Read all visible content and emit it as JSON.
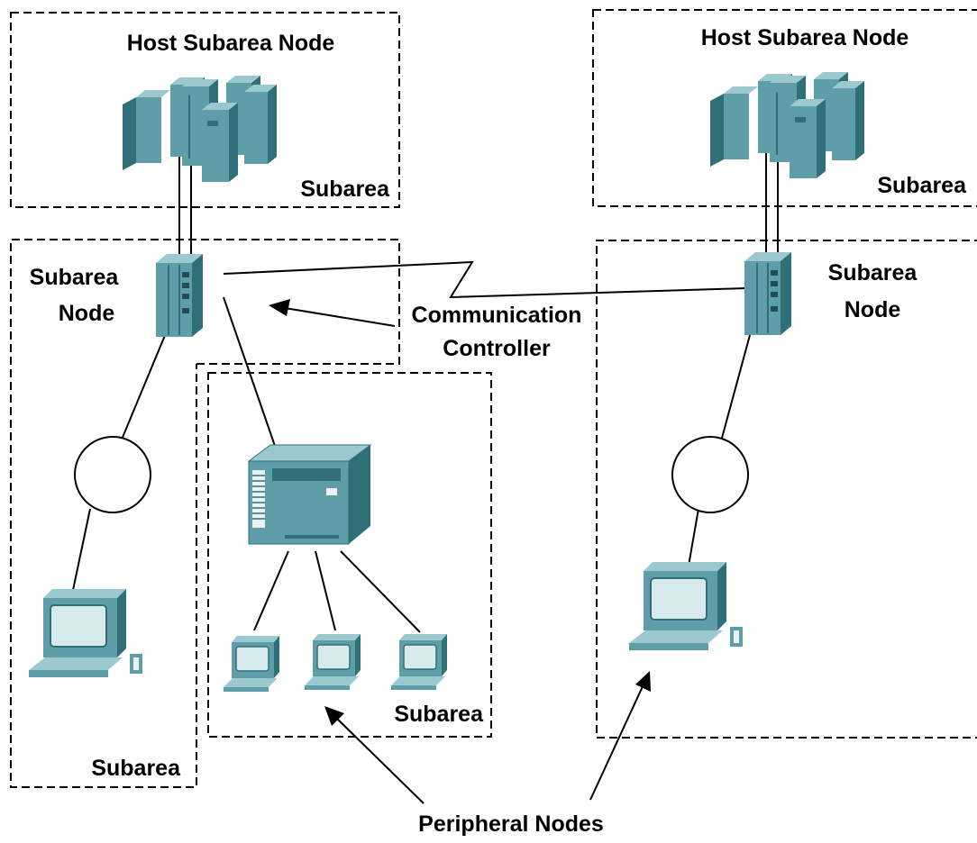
{
  "diagram": {
    "left_host": {
      "title": "Host Subarea Node",
      "area_label": "Subarea"
    },
    "right_host": {
      "title": "Host Subarea Node",
      "area_label": "Subarea"
    },
    "left_subarea": {
      "node_label_line1": "Subarea",
      "node_label_line2": "Node",
      "area_label": "Subarea"
    },
    "right_subarea": {
      "node_label_line1": "Subarea",
      "node_label_line2": "Node"
    },
    "middle_subarea": {
      "area_label": "Subarea"
    },
    "communication_controller": {
      "line1": "Communication",
      "line2": "Controller"
    },
    "peripheral_nodes": {
      "label": "Peripheral Nodes"
    },
    "colors": {
      "device_face": "#5f9ea8",
      "device_dark": "#2f6f78",
      "device_light": "#9cc9cf"
    }
  }
}
